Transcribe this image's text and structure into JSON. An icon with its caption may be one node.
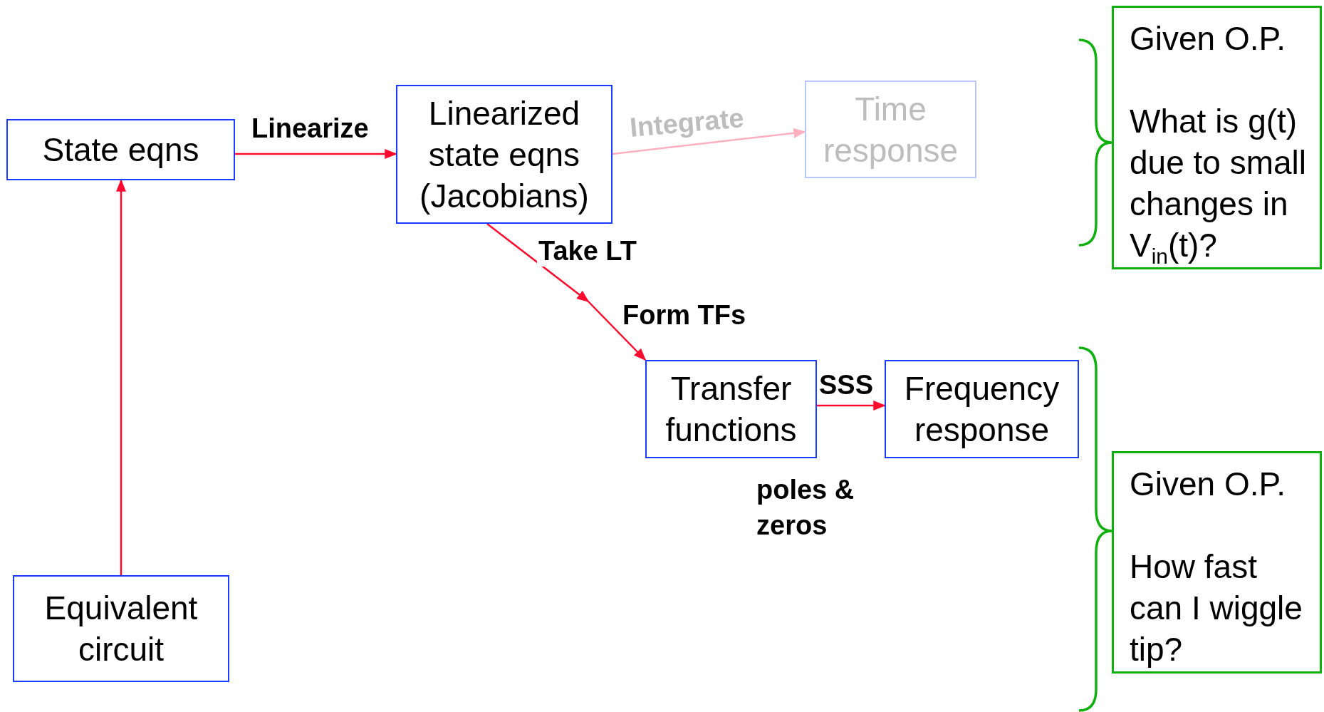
{
  "diagram": {
    "nodes": [
      {
        "text": [
          "State eqns"
        ]
      },
      {
        "text": [
          "Linearized state eqns (Jacobians)"
        ]
      },
      {
        "text": [
          "Time response"
        ]
      },
      {
        "text": [
          "Equivalent circuit"
        ]
      },
      {
        "text": [
          "Transfer functions"
        ]
      },
      {
        "text": [
          "Frequency response"
        ]
      },
      {
        "text": [
          "Given O.P.",
          "What is g(t) due to small changes in V$_{in}$(t)?"
        ]
      },
      {
        "text": [
          "Given O.P.",
          "How fast can I wiggle tip?"
        ]
      }
    ],
    "edges": [
      {
        "from": 0,
        "to": 1,
        "arrow": "to",
        "label": "Linearize"
      },
      {
        "from": 1,
        "to": 2,
        "arrow": "to",
        "label": "Integrate",
        "color": "#ffb0c0"
      },
      {
        "from": 1,
        "to": null,
        "arrow": "to",
        "label": "Take LT"
      },
      {
        "from": null,
        "to": 4,
        "arrow": "to",
        "label": "Form TFs"
      },
      {
        "from": 4,
        "to": 5,
        "arrow": "to",
        "label": "SSS"
      },
      {
        "from": 3,
        "to": 0,
        "arrow": "to"
      }
    ],
    "labels": [
      "poles & zeros"
    ]
  }
}
